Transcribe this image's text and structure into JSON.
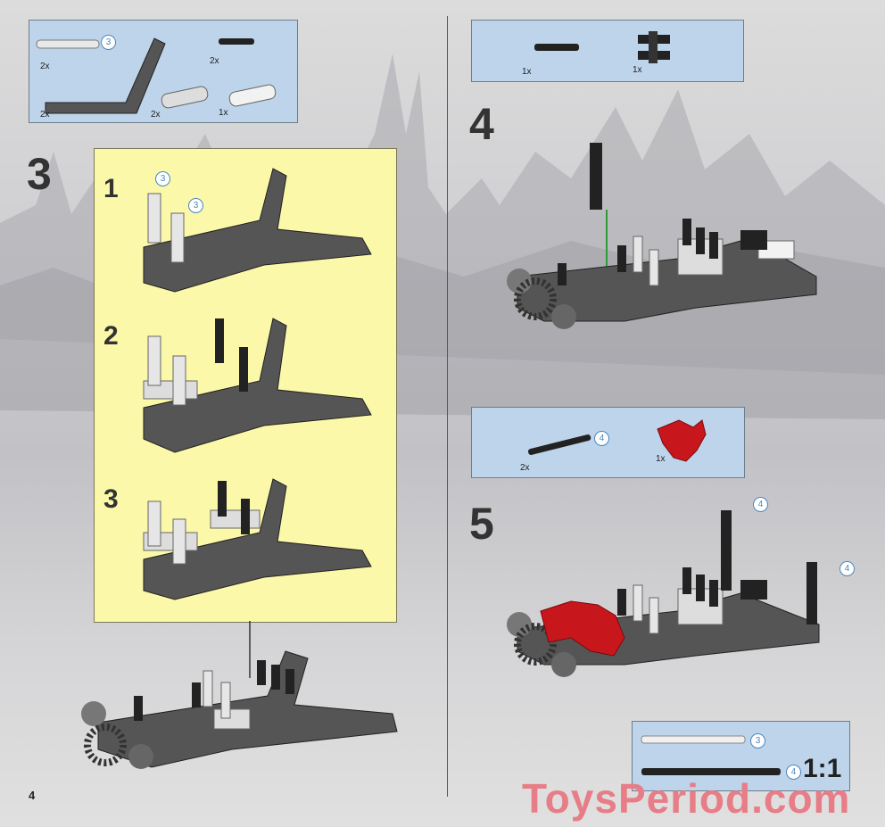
{
  "page": {
    "number": "4"
  },
  "step3": {
    "number": "3",
    "parts": [
      {
        "qty": "2x",
        "callout": "3",
        "icon": "axle-3-light-gray"
      },
      {
        "qty": "2x",
        "icon": "bent-liftarm-dark-gray"
      },
      {
        "qty": "2x",
        "icon": "pin-with-axle-black"
      },
      {
        "qty": "2x",
        "icon": "liftarm-3-light-gray"
      },
      {
        "qty": "1x",
        "icon": "liftarm-3-white"
      }
    ],
    "substeps": [
      {
        "number": "1",
        "callouts": [
          "3",
          "3"
        ]
      },
      {
        "number": "2"
      },
      {
        "number": "3"
      }
    ]
  },
  "step4": {
    "number": "4",
    "parts": [
      {
        "qty": "1x",
        "icon": "long-pin-black"
      },
      {
        "qty": "1x",
        "icon": "cross-connector-black"
      }
    ]
  },
  "step5": {
    "number": "5",
    "parts": [
      {
        "qty": "2x",
        "callout": "4",
        "icon": "axle-4-black"
      },
      {
        "qty": "1x",
        "icon": "red-armor-piece"
      }
    ],
    "callouts": [
      "4",
      "4"
    ]
  },
  "scale": {
    "items": [
      "3",
      "4"
    ],
    "ratio": "1:1"
  },
  "watermark": "ToysPeriod.com",
  "colors": {
    "parts_box": "#bdd4ea",
    "substep_box": "#fcf8a9",
    "callout": "#4a86c0",
    "red_part": "#c8161d",
    "watermark": "#e77d87"
  }
}
